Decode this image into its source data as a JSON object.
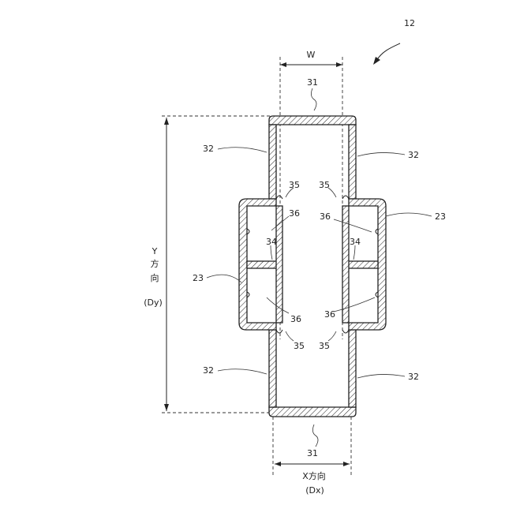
{
  "figure": {
    "ref_number": "12",
    "dimension_w": "W",
    "y_axis": {
      "line1": "Y",
      "line2": "方",
      "line3": "向",
      "line4": "(Dy)"
    },
    "x_axis": {
      "line1": "X方向",
      "line2": "(Dx)"
    }
  },
  "labels": {
    "l31_top": "31",
    "l31_bottom": "31",
    "l32_top_left": "32",
    "l32_top_right": "32",
    "l32_bottom_left": "32",
    "l32_bottom_right": "32",
    "l23_right": "23",
    "l23_left": "23",
    "l35_top_left": "35",
    "l35_top_right": "35",
    "l35_bottom_left": "35",
    "l35_bottom_right": "35",
    "l36_top_left": "36",
    "l36_top_right": "36",
    "l36_bottom_left": "36",
    "l36_bottom_right": "36",
    "l34_left": "34",
    "l34_right": "34"
  }
}
